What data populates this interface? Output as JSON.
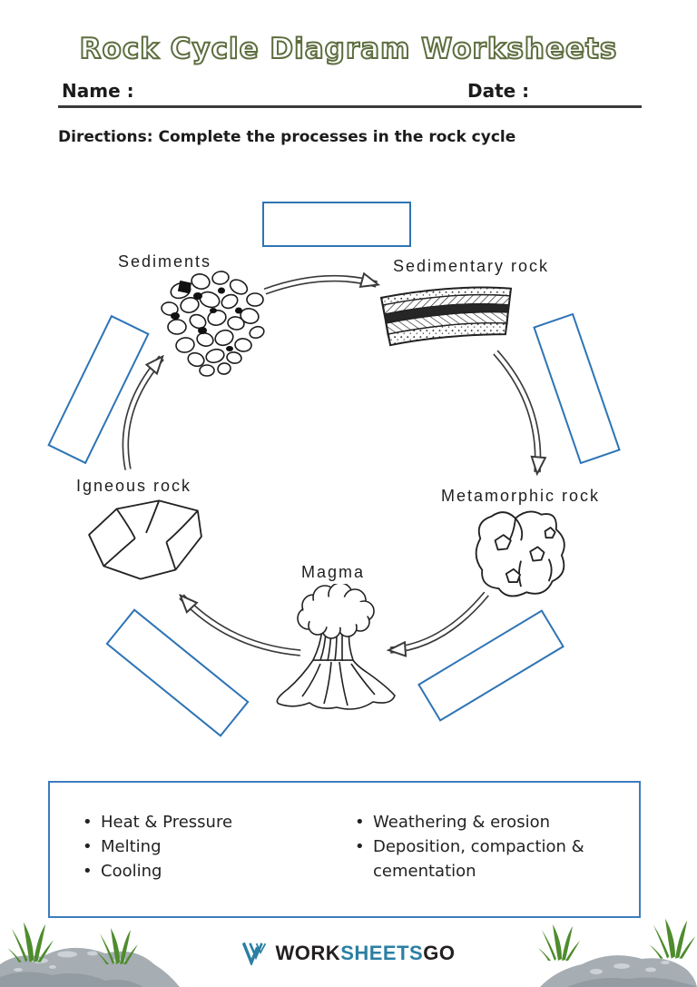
{
  "header": {
    "title": "Rock Cycle Diagram Worksheets",
    "name_label": "Name :",
    "name_value": "",
    "date_label": "Date :",
    "date_value": "",
    "directions": "Directions: Complete the processes in the rock cycle"
  },
  "diagram": {
    "stages": {
      "sediments": "Sediments",
      "sedimentary_rock": "Sedimentary rock",
      "metamorphic_rock": "Metamorphic rock",
      "magma": "Magma",
      "igneous_rock": "Igneous rock"
    },
    "answer_boxes": {
      "top": "",
      "upper_left": "",
      "upper_right": "",
      "lower_left": "",
      "lower_right": ""
    }
  },
  "word_bank": {
    "items_left": [
      "Heat & Pressure",
      "Melting",
      "Cooling"
    ],
    "items_right": [
      "Weathering & erosion",
      "Deposition, compaction & cementation"
    ]
  },
  "footer": {
    "logo": {
      "work": "WORK",
      "sheets": "SHEETS",
      "go": "GO"
    }
  },
  "colors": {
    "answer_box_border": "#2e74b5",
    "word_bank_border": "#3c7dbf",
    "title_outline_green": "#5d6d3e",
    "logo_blue": "#2a7fa3",
    "logo_black": "#231f20",
    "rock_gray": "#a6adb3",
    "grass_green": "#4e8c2d"
  }
}
